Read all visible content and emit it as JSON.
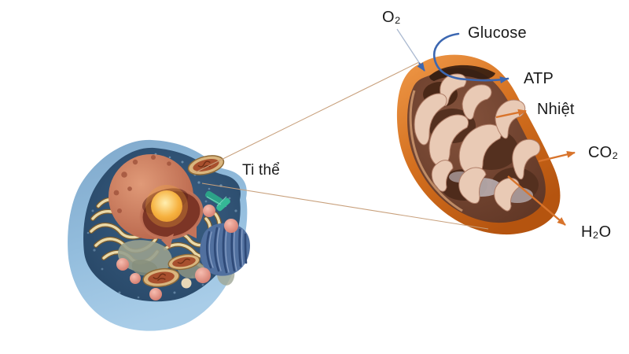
{
  "diagram": {
    "background": "#ffffff",
    "labels": {
      "o2": "O₂",
      "glucose": "Glucose",
      "atp": "ATP",
      "heat": "Nhiệt",
      "co2": "CO₂",
      "h2o": "H₂O",
      "mitochondrion": "Ti thể"
    },
    "colors": {
      "text": "#1a1a1a",
      "arrow_blue": "#3c67b1",
      "arrow_orange": "#d8742c",
      "leader_line_tan": "#c8a07c",
      "o2_line": "#aab9d0",
      "mito_membrane_orange": "#d97623",
      "mito_interior_brown": "#6b3f2f",
      "mito_cristae_cream": "#e9cab5",
      "cell_membrane_blue": "#94bedd",
      "cytoplasm_navy": "#2c4e71",
      "nucleus_terracotta": "#c97a5e",
      "nucleolus_orange": "#f2a43a",
      "golgi_blue": "#51709f",
      "lysosome_pink": "#e08a7a",
      "er_tan": "#ead9a8"
    }
  }
}
